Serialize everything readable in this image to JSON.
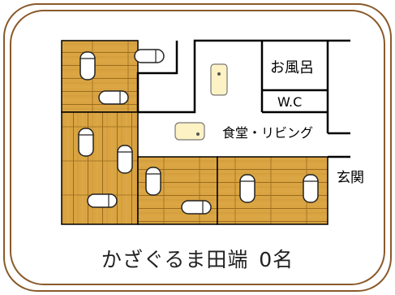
{
  "rooms": {
    "bath": "お風呂",
    "toilet": "W.C",
    "living": "食堂・リビング",
    "entrance": "玄関"
  },
  "facility": {
    "name": "かざぐるま田端",
    "count": "0名"
  },
  "colors": {
    "frame": "#8a5a2a",
    "wood_light": "#d9a441",
    "wood_dark": "#a97724",
    "wall": "#000000",
    "table": "#fdf2c4"
  }
}
